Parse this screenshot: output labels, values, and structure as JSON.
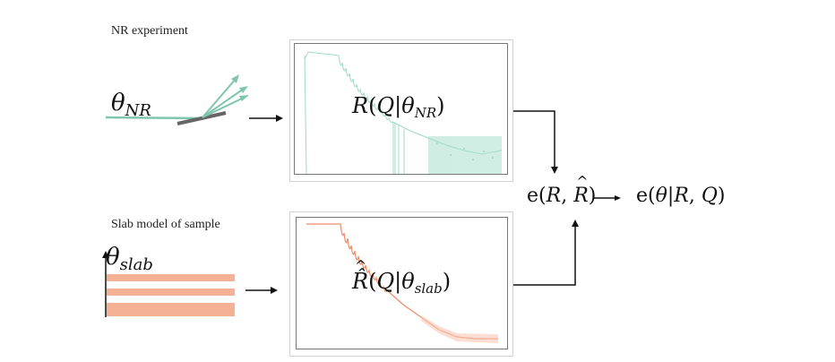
{
  "diagram": {
    "nr_section": {
      "title": "NR experiment",
      "parameter_symbol": "θ",
      "parameter_subscript": "NR",
      "beam_color": "#7fc6ad",
      "substrate_color": "#666666"
    },
    "slab_section": {
      "title": "Slab model of sample",
      "parameter_symbol": "θ",
      "parameter_subscript": "slab",
      "slab_color": "#f4b195",
      "layers": 3
    },
    "top_plot": {
      "label_func": "R",
      "label_arg": "Q",
      "label_sep": "|",
      "label_param": "θ",
      "label_subscript": "NR",
      "color": "#8fd3bb"
    },
    "bottom_plot": {
      "label_func": "R̂",
      "label_arg": "Q",
      "label_sep": "|",
      "label_param": "θ",
      "label_subscript": "slab",
      "color": "#f08a66"
    },
    "error_term": {
      "prefix": "e(",
      "arg1": "R",
      "comma": ", ",
      "arg2": "R",
      "suffix": ")"
    },
    "result_term": {
      "prefix": "e(",
      "param": "θ",
      "sep": "|",
      "arg1": "R",
      "comma": ", ",
      "arg2": "Q",
      "suffix": ")"
    }
  },
  "chart_data": [
    {
      "type": "line",
      "title": "R(Q|θ_NR)",
      "xlabel": "",
      "ylabel": "",
      "description": "Measured NR reflectivity curve (log-log): plateau then oscillating decay into noisy background",
      "series": [
        {
          "name": "R(Q|θ_NR)",
          "color": "#8fd3bb"
        }
      ]
    },
    {
      "type": "line",
      "title": "R̂(Q|θ_slab)",
      "xlabel": "",
      "ylabel": "",
      "description": "Simulated slab-model reflectivity (log-log): plateau, Kiessig fringes, decay to flat background",
      "series": [
        {
          "name": "R̂(Q|θ_slab)",
          "color": "#f08a66"
        }
      ]
    }
  ]
}
